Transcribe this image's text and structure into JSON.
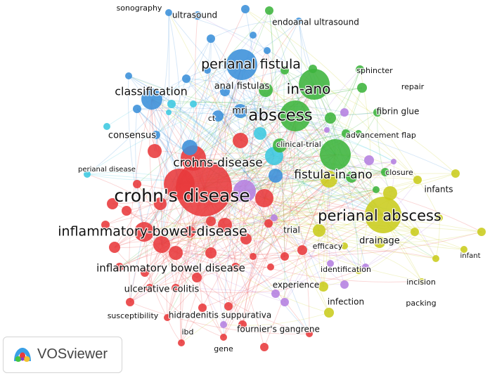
{
  "app": {
    "name": "VOSviewer"
  },
  "clusters": [
    {
      "id": "red",
      "color": "#e8393b"
    },
    {
      "id": "green",
      "color": "#3cb43c"
    },
    {
      "id": "blue",
      "color": "#3a8fd9"
    },
    {
      "id": "yellow",
      "color": "#c9cc1c"
    },
    {
      "id": "purple",
      "color": "#b47fe0"
    },
    {
      "id": "cyan",
      "color": "#3cc8e0"
    }
  ],
  "terms": [
    {
      "label": "crohn's disease",
      "cluster": "red"
    },
    {
      "label": "crohns-disease",
      "cluster": "red"
    },
    {
      "label": "inflammatory-bowel-disease",
      "cluster": "red"
    },
    {
      "label": "inflammatory bowel disease",
      "cluster": "red"
    },
    {
      "label": "ulcerative colitis",
      "cluster": "red"
    },
    {
      "label": "susceptibility",
      "cluster": "red"
    },
    {
      "label": "ibd",
      "cluster": "red"
    },
    {
      "label": "gene",
      "cluster": "red"
    },
    {
      "label": "hidradenitis suppurativa",
      "cluster": "red"
    },
    {
      "label": "trial",
      "cluster": "red"
    },
    {
      "label": "perianal disease",
      "cluster": "red"
    },
    {
      "label": "abscess",
      "cluster": "green"
    },
    {
      "label": "in-ano",
      "cluster": "green"
    },
    {
      "label": "fistula-in-ano",
      "cluster": "green"
    },
    {
      "label": "sphincter",
      "cluster": "green"
    },
    {
      "label": "repair",
      "cluster": "green"
    },
    {
      "label": "fibrin glue",
      "cluster": "green"
    },
    {
      "label": "advancement flap",
      "cluster": "green"
    },
    {
      "label": "endoanal ultrasound",
      "cluster": "green"
    },
    {
      "label": "closure",
      "cluster": "green"
    },
    {
      "label": "perianal fistula",
      "cluster": "blue"
    },
    {
      "label": "classification",
      "cluster": "blue"
    },
    {
      "label": "anal fistulas",
      "cluster": "blue"
    },
    {
      "label": "mri",
      "cluster": "blue"
    },
    {
      "label": "ct",
      "cluster": "blue"
    },
    {
      "label": "consensus",
      "cluster": "blue"
    },
    {
      "label": "ultrasound",
      "cluster": "blue"
    },
    {
      "label": "sonography",
      "cluster": "blue"
    },
    {
      "label": "perianal abscess",
      "cluster": "yellow"
    },
    {
      "label": "drainage",
      "cluster": "yellow"
    },
    {
      "label": "infants",
      "cluster": "yellow"
    },
    {
      "label": "infant",
      "cluster": "yellow"
    },
    {
      "label": "incision",
      "cluster": "yellow"
    },
    {
      "label": "packing",
      "cluster": "yellow"
    },
    {
      "label": "identification",
      "cluster": "yellow"
    },
    {
      "label": "efficacy",
      "cluster": "yellow"
    },
    {
      "label": "infection",
      "cluster": "yellow"
    },
    {
      "label": "experience",
      "cluster": "purple"
    },
    {
      "label": "fournier's gangrene",
      "cluster": "purple"
    },
    {
      "label": "clinical-trial",
      "cluster": "cyan"
    }
  ]
}
